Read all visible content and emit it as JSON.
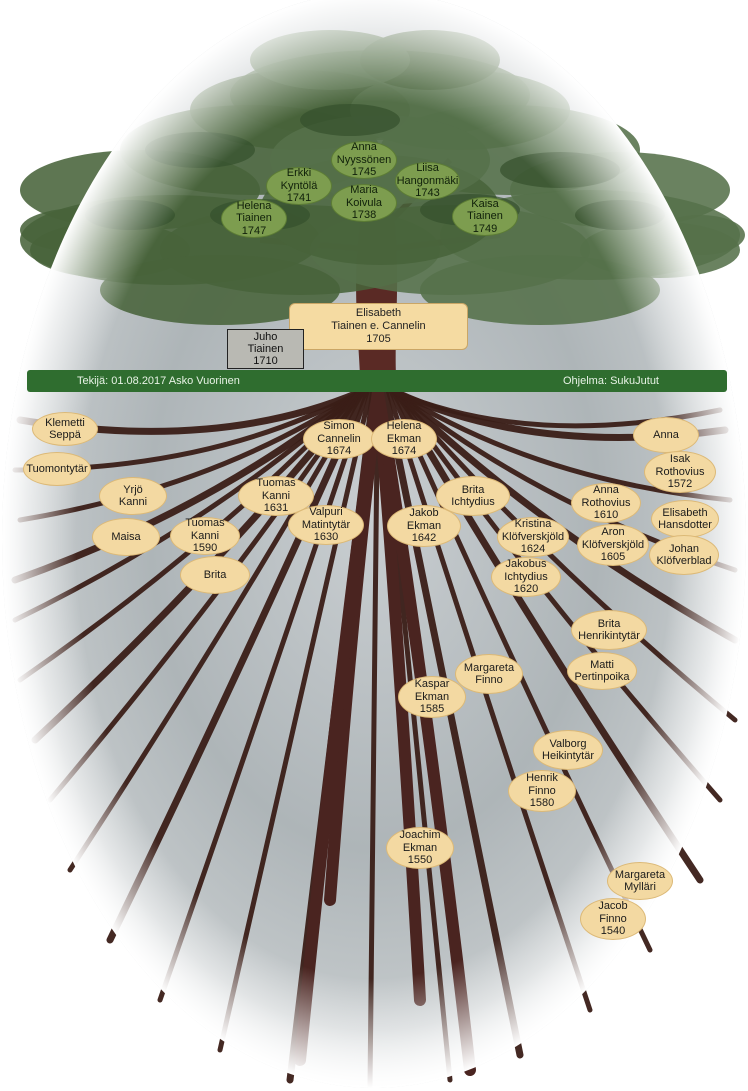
{
  "header": {
    "author_line": "Tekijä: 01.08.2017 Asko Vuorinen",
    "program_line": "Ohjelma: SukuJutut"
  },
  "root": {
    "name": "Elisabeth",
    "surname": "Tiainen e. Cannelin",
    "year": "1705"
  },
  "spouse": {
    "name": "Juho",
    "surname": "Tiainen",
    "year": "1710"
  },
  "descendants": [
    {
      "name": "Anna",
      "surname": "Nyyssönen",
      "year": "1745"
    },
    {
      "name": "Erkki",
      "surname": "Kyntölä",
      "year": "1741"
    },
    {
      "name": "Liisa",
      "surname": "Hangonmäki",
      "year": "1743"
    },
    {
      "name": "Maria",
      "surname": "Koivula",
      "year": "1738"
    },
    {
      "name": "Helena",
      "surname": "Tiainen",
      "year": "1747"
    },
    {
      "name": "Kaisa",
      "surname": "Tiainen",
      "year": "1749"
    }
  ],
  "ancestors": [
    {
      "name": "Klemetti",
      "surname": "Seppä",
      "year": ""
    },
    {
      "name": "Tuomontytär",
      "surname": "",
      "year": ""
    },
    {
      "name": "Yrjö",
      "surname": "Kanni",
      "year": ""
    },
    {
      "name": "Maisa",
      "surname": "",
      "year": ""
    },
    {
      "name": "Tuomas",
      "surname": "Kanni",
      "year": "1590"
    },
    {
      "name": "Brita",
      "surname": "",
      "year": ""
    },
    {
      "name": "Tuomas",
      "surname": "Kanni",
      "year": "1631"
    },
    {
      "name": "Valpuri",
      "surname": "Matintytär",
      "year": "1630"
    },
    {
      "name": "Simon",
      "surname": "Cannelin",
      "year": "1674"
    },
    {
      "name": "Helena",
      "surname": "Ekman",
      "year": "1674"
    },
    {
      "name": "Brita",
      "surname": "Ichtydius",
      "year": ""
    },
    {
      "name": "Jakob",
      "surname": "Ekman",
      "year": "1642"
    },
    {
      "name": "Kristina",
      "surname": "Klöfverskjöld",
      "year": "1624"
    },
    {
      "name": "Jakobus",
      "surname": "Ichtydius",
      "year": "1620"
    },
    {
      "name": "Anna",
      "surname": "",
      "year": ""
    },
    {
      "name": "Isak",
      "surname": "Rothovius",
      "year": "1572"
    },
    {
      "name": "Anna",
      "surname": "Rothovius",
      "year": "1610"
    },
    {
      "name": "Elisabeth",
      "surname": "Hansdotter",
      "year": ""
    },
    {
      "name": "Aron",
      "surname": "Klöfverskjöld",
      "year": "1605"
    },
    {
      "name": "Johan",
      "surname": "Klöfverblad",
      "year": ""
    },
    {
      "name": "Brita",
      "surname": "Henrikintytär",
      "year": ""
    },
    {
      "name": "Matti",
      "surname": "Pertinpoika",
      "year": ""
    },
    {
      "name": "Margareta",
      "surname": "Finno",
      "year": ""
    },
    {
      "name": "Kaspar",
      "surname": "Ekman",
      "year": "1585"
    },
    {
      "name": "Valborg",
      "surname": "Heikintytär",
      "year": ""
    },
    {
      "name": "Henrik",
      "surname": "Finno",
      "year": "1580"
    },
    {
      "name": "Joachim",
      "surname": "Ekman",
      "year": "1550"
    },
    {
      "name": "Margareta",
      "surname": "Mylläri",
      "year": ""
    },
    {
      "name": "Jacob",
      "surname": "Finno",
      "year": "1540"
    }
  ],
  "colors": {
    "descendant_fill": "#7d9d4f",
    "ancestor_fill": "#f3d9a2",
    "band": "#2f6d2f",
    "root_fill": "#f5dba2",
    "spouse_fill": "#b9b9b3"
  }
}
